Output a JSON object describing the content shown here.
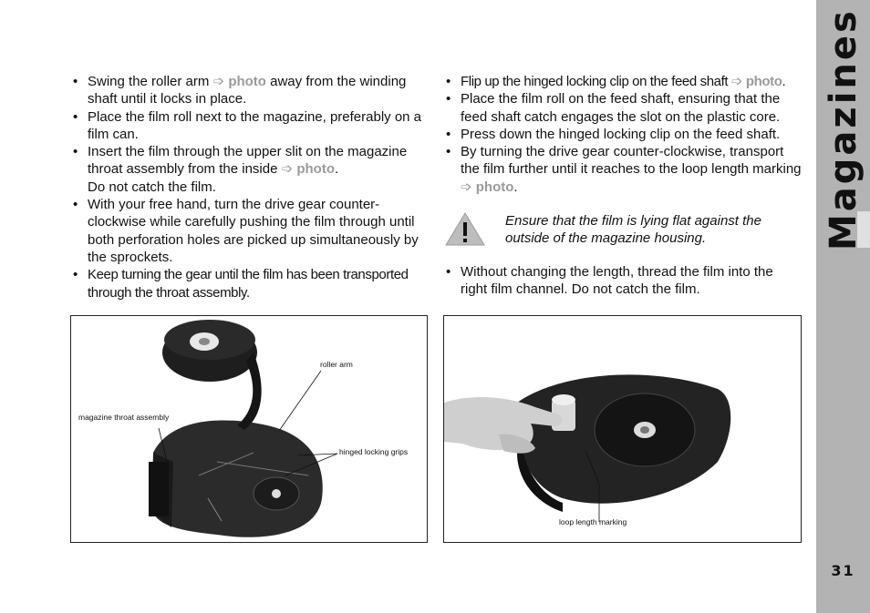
{
  "section_title": "Magazines",
  "page_number": "31",
  "ref_word": "photo",
  "left_column": [
    {
      "before": "Swing the roller arm ",
      "after": " away from the winding shaft until it locks in place."
    },
    {
      "text": "Place the film roll next to the magazine, preferably on a film can."
    },
    {
      "before": "Insert the film through the upper slit on the magazine throat assembly from the inside ",
      "after": ".",
      "note": "Do not catch the film."
    },
    {
      "text": "With your free hand, turn the drive gear counter-clockwise while carefully pushing the film through until both perforation holes are picked up simultaneously by the sprockets."
    },
    {
      "text": "Keep turning the gear until the film has been transported through the throat assembly."
    }
  ],
  "right_column": [
    {
      "before": "Flip up the hinged locking clip on the feed shaft ",
      "after": "."
    },
    {
      "text": "Place the film roll on the feed shaft, ensuring that the feed shaft catch engages the slot on the plastic core."
    },
    {
      "text": "Press down the hinged locking clip on the feed shaft."
    },
    {
      "before": "By turning the drive gear counter-clockwise, transport the film further until it reaches to the loop length marking ",
      "after": "."
    }
  ],
  "warning_text": "Ensure that the film is lying flat against the outside of the magazine housing.",
  "right_column_after": [
    {
      "text": "Without changing the length, thread the film into the right film channel. Do not catch the film."
    }
  ],
  "figure1_labels": {
    "roller_arm": "roller arm",
    "magazine_throat_assembly": "magazine throat assembly",
    "hinged_locking_grips": "hinged locking grips"
  },
  "figure2_labels": {
    "loop_length_marking": "loop length marking"
  }
}
